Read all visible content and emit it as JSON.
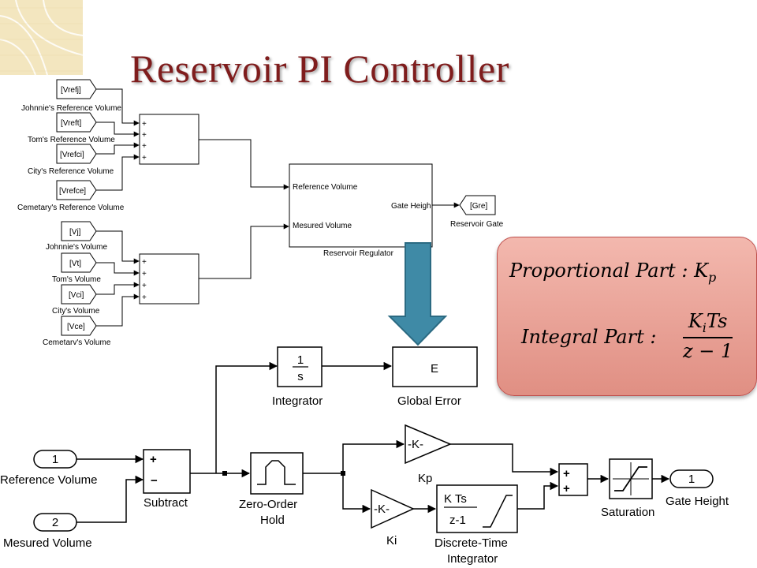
{
  "title": "Reservoir PI Controller",
  "top_model": {
    "goto_ref": [
      "[Vrefj]",
      "[Vreft]",
      "[Vrefci]",
      "[Vrefce]"
    ],
    "ref_labels": [
      "Johnnie's Reference Volume",
      "Tom's Reference Volume",
      "City's Reference Volume",
      "Cemetary's Reference Volume"
    ],
    "goto_vol": [
      "[Vj]",
      "[Vt]",
      "[Vci]",
      "[Vce]"
    ],
    "vol_labels": [
      "Johnnie's Volume",
      "Tom's Volume",
      "City's Volume",
      "Cemetarv's Volume"
    ],
    "plus": "+",
    "regulator": {
      "name": "Reservoir Regulator",
      "in1": "Reference Volume",
      "in2": "Mesured Volume",
      "out": "Gate Heigh"
    },
    "gate_tag": "[Gre]",
    "gate_label": "Reservoir Gate"
  },
  "bottom_model": {
    "in1": {
      "num": "1",
      "label": "Reference Volume"
    },
    "in2": {
      "num": "2",
      "label": "Mesured Volume"
    },
    "subtract": {
      "name": "Subtract",
      "plus": "+",
      "minus": "−"
    },
    "integrator": {
      "num": "1",
      "den": "s",
      "name": "Integrator"
    },
    "global_error": {
      "text": "E",
      "name": "Global Error"
    },
    "zoh": {
      "name": "Zero-Order",
      "name2": "Hold"
    },
    "kp": {
      "text": "-K-",
      "name": "Kp"
    },
    "ki": {
      "text": "-K-",
      "name": "Ki"
    },
    "dti": {
      "num": "K Ts",
      "den": "z-1",
      "name": "Discrete-Time",
      "name2": "Integrator"
    },
    "sum": {
      "plus": "+"
    },
    "saturation": {
      "name": "Saturation"
    },
    "out": {
      "num": "1",
      "label": "Gate Height"
    }
  },
  "formula": {
    "prop_label": "Proportional Part",
    "prop_sep": ":",
    "prop_k": "K",
    "prop_sub": "p",
    "int_label": "Integral Part",
    "int_sep": ":",
    "num_k": "K",
    "num_sub": "i",
    "num_ts": "Ts",
    "den": "z − 1"
  },
  "colors": {
    "title": "#7f1d1d",
    "arrow": "#3f8aa6",
    "box": "#e9a196"
  }
}
